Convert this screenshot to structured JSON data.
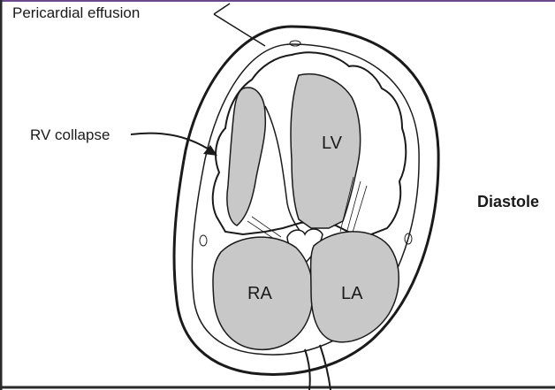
{
  "labels": {
    "pericardial_effusion": "Pericardial effusion",
    "rv_collapse": "RV collapse",
    "lv": "LV",
    "ra": "RA",
    "la": "LA",
    "phase": "Diastole"
  },
  "colors": {
    "outline": "#1a1a1a",
    "chamber_fill": "#c8c8c8",
    "frame_border": "#6a4a8a"
  }
}
